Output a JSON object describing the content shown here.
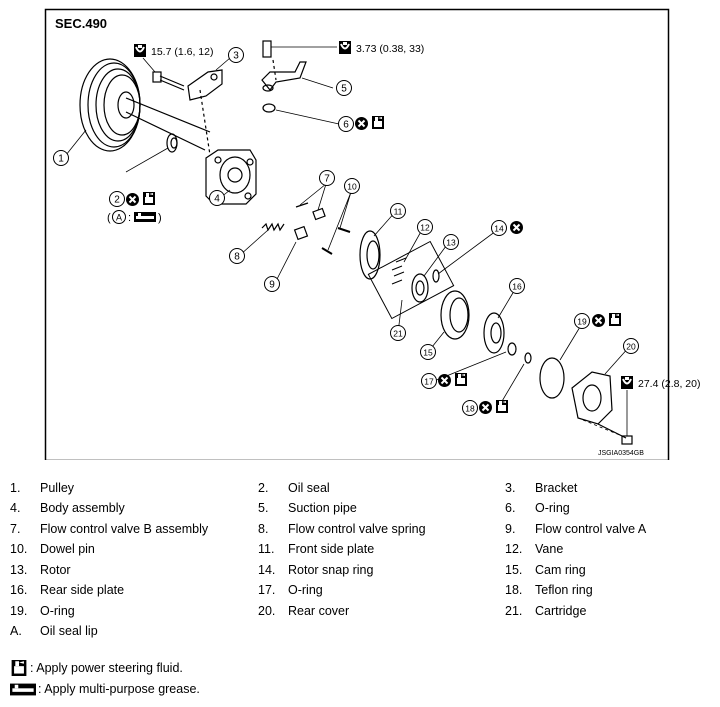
{
  "section": "SEC.490",
  "image_code": "JSGIA0354GB",
  "torques": {
    "bracket_bolt": "15.7 (1.6, 12)",
    "pipe_bolt": "3.73 (0.38, 33)",
    "rear_cover_bolt": "27.4 (2.8, 20)"
  },
  "callouts": [
    "1",
    "2",
    "3",
    "4",
    "5",
    "6",
    "7",
    "8",
    "9",
    "10",
    "11",
    "12",
    "13",
    "14",
    "15",
    "16",
    "17",
    "18",
    "19",
    "20",
    "21"
  ],
  "callout_a": {
    "open": "(",
    "letter": "A",
    "colon": ":",
    "close": ")"
  },
  "legend": [
    {
      "num": "1.",
      "name": "Pulley"
    },
    {
      "num": "2.",
      "name": "Oil seal"
    },
    {
      "num": "3.",
      "name": "Bracket"
    },
    {
      "num": "4.",
      "name": "Body assembly"
    },
    {
      "num": "5.",
      "name": "Suction pipe"
    },
    {
      "num": "6.",
      "name": "O-ring"
    },
    {
      "num": "7.",
      "name": "Flow control valve B assembly"
    },
    {
      "num": "8.",
      "name": "Flow control valve spring"
    },
    {
      "num": "9.",
      "name": "Flow control valve A"
    },
    {
      "num": "10.",
      "name": "Dowel pin"
    },
    {
      "num": "11.",
      "name": "Front side plate"
    },
    {
      "num": "12.",
      "name": "Vane"
    },
    {
      "num": "13.",
      "name": "Rotor"
    },
    {
      "num": "14.",
      "name": "Rotor snap ring"
    },
    {
      "num": "15.",
      "name": "Cam ring"
    },
    {
      "num": "16.",
      "name": "Rear side plate"
    },
    {
      "num": "17.",
      "name": "O-ring"
    },
    {
      "num": "18.",
      "name": "Teflon ring"
    },
    {
      "num": "19.",
      "name": "O-ring"
    },
    {
      "num": "20.",
      "name": "Rear cover"
    },
    {
      "num": "21.",
      "name": "Cartridge"
    },
    {
      "num": "A.",
      "name": "Oil seal lip"
    }
  ],
  "notes": [
    {
      "icon": "power-steering-fluid-icon",
      "text": ": Apply power steering fluid."
    },
    {
      "icon": "multi-purpose-grease-icon",
      "text": ": Apply multi-purpose grease."
    }
  ]
}
